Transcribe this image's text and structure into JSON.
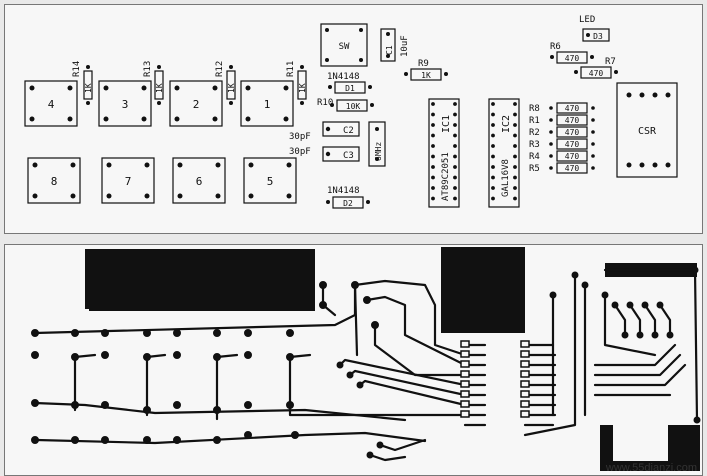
{
  "silkscreen": {
    "buttons_top": [
      "4",
      "3",
      "2",
      "1"
    ],
    "buttons_bottom": [
      "8",
      "7",
      "6",
      "5"
    ],
    "top_resistors": [
      {
        "ref": "R14",
        "value": "1K"
      },
      {
        "ref": "R13",
        "value": "1K"
      },
      {
        "ref": "R12",
        "value": "1K"
      },
      {
        "ref": "R11",
        "value": "1K"
      }
    ],
    "sw": "SW",
    "c1": {
      "ref": "C1",
      "value": "10uF"
    },
    "d1": {
      "ref": "D1",
      "part": "1N4148"
    },
    "d2": {
      "ref": "D2",
      "part": "1N4148"
    },
    "r9": {
      "ref": "R9",
      "value": "1K"
    },
    "r10": {
      "ref": "R10",
      "value": "10K"
    },
    "c2": {
      "ref": "C2",
      "value": "30pF"
    },
    "c3": {
      "ref": "C3",
      "value": "30pF"
    },
    "crystal": "6MHz",
    "ic1": {
      "ref": "IC1",
      "part": "AT89C2051"
    },
    "ic2": {
      "ref": "IC2",
      "part": "GAL16V8"
    },
    "led": {
      "title": "LED",
      "ref": "D3"
    },
    "r6": {
      "ref": "R6",
      "value": "470"
    },
    "r7": {
      "ref": "R7",
      "value": "470"
    },
    "resistor_bank": [
      {
        "ref": "R8",
        "value": "470"
      },
      {
        "ref": "R1",
        "value": "470"
      },
      {
        "ref": "R2",
        "value": "470"
      },
      {
        "ref": "R3",
        "value": "470"
      },
      {
        "ref": "R4",
        "value": "470"
      },
      {
        "ref": "R5",
        "value": "470"
      }
    ],
    "csr": "CSR"
  },
  "watermark": "www.55dianzi.com"
}
